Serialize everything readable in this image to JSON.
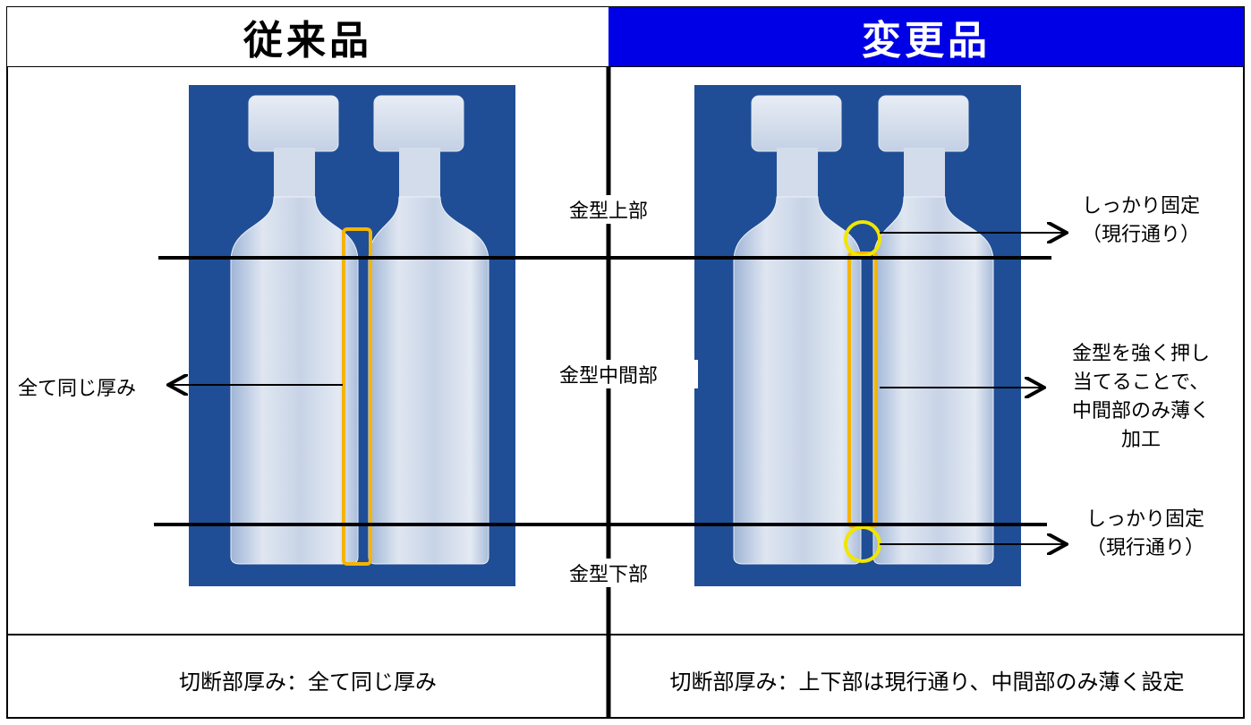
{
  "header": {
    "left_title": "従来品",
    "right_title": "変更品"
  },
  "mold_labels": {
    "top": "金型上部",
    "middle": "金型中間部",
    "bottom": "金型下部"
  },
  "left_annotation": "全て同じ厚み",
  "right_annotations": {
    "top_line1": "しっかり固定",
    "top_line2": "（現行通り）",
    "middle_line1": "金型を強く押し",
    "middle_line2": "当てることで、",
    "middle_line3": "中間部のみ薄く",
    "middle_line4": "加工",
    "bottom_line1": "しっかり固定",
    "bottom_line2": "（現行通り）"
  },
  "footer": {
    "left": "切断部厚み：全て同じ厚み",
    "right": "切断部厚み：上下部は現行通り、中間部のみ薄く設定"
  },
  "colors": {
    "header_blue": "#0000e6",
    "photo_bg": "#1f4e96",
    "highlight_orange": "#f5b400",
    "highlight_yellow": "#f0e600"
  }
}
